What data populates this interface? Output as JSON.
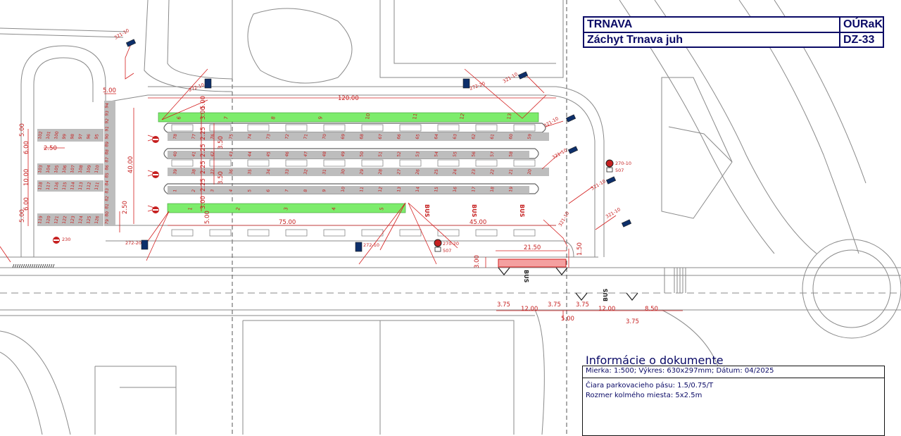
{
  "title_block": {
    "city": "TRNAVA",
    "office": "OÚRaK",
    "project": "Záchyt Trnava juh",
    "code": "DZ-33"
  },
  "info": {
    "heading": "Informácie o dokumente",
    "scale_line": "Mierka: 1:500; Výkres: 630x297mm; Dátum: 04/2025",
    "line_marking": "Čiara parkovacieho pásu: 1.5/0.75/T",
    "space_size": "Rozmer kolmého miesta: 5x2.5m"
  },
  "dimensions": {
    "top_length": "120.00",
    "left_w": "5.00",
    "height_40": "40.00",
    "d_300a": "3.00",
    "d_500a": "5.00",
    "d_225": "2.25",
    "d_350": "3.50",
    "d_250": "2.50",
    "d_600": "6.00",
    "d_1000": "10.00",
    "d_7500": "75.00",
    "d_4500": "45.00",
    "d_2150": "21.50",
    "d_150": "1.50",
    "d_375": "3.75",
    "d_1200": "12.00",
    "d_850": "8.50"
  },
  "signs": {
    "s321": "321-10",
    "s272": "272-20",
    "s272b": "272-10",
    "s270": "270-10",
    "s270b": "270-20",
    "s507": "507",
    "s230": "230"
  },
  "markings": {
    "bus": "BUS"
  },
  "green_labels": [
    "6",
    "7",
    "8",
    "9",
    "10",
    "11",
    "12",
    "13"
  ],
  "green_labels_bottom": [
    "1",
    "2",
    "3",
    "4",
    "5"
  ],
  "row_a": [
    "78",
    "77",
    "76",
    "75",
    "74",
    "73",
    "72",
    "71",
    "70",
    "69",
    "68",
    "67",
    "66",
    "65",
    "64",
    "63",
    "62",
    "61",
    "60",
    "59"
  ],
  "row_b": [
    "40",
    "41",
    "42",
    "43",
    "44",
    "45",
    "46",
    "47",
    "48",
    "49",
    "50",
    "51",
    "52",
    "53",
    "54",
    "55",
    "56",
    "57",
    "58"
  ],
  "row_c": [
    "39",
    "38",
    "37",
    "36",
    "35",
    "34",
    "33",
    "32",
    "31",
    "30",
    "29",
    "28",
    "27",
    "26",
    "25",
    "24",
    "23",
    "22",
    "21",
    "20"
  ],
  "row_d": [
    "1",
    "2",
    "3",
    "4",
    "5",
    "6",
    "7",
    "8",
    "9",
    "10",
    "11",
    "12",
    "13",
    "14",
    "15",
    "16",
    "17",
    "18",
    "19"
  ],
  "left_col_a": [
    "94",
    "93",
    "92",
    "91",
    "90",
    "89",
    "88",
    "87",
    "86",
    "85",
    "84",
    "83",
    "82",
    "81",
    "80",
    "79"
  ],
  "left_row_top": [
    "102",
    "101",
    "100",
    "99",
    "98",
    "97",
    "96",
    "95"
  ],
  "left_row_mid1": [
    "103",
    "104",
    "105",
    "106",
    "107",
    "108",
    "109",
    "110"
  ],
  "left_row_mid2": [
    "118",
    "117",
    "116",
    "115",
    "114",
    "113",
    "112",
    "111"
  ],
  "left_row_bot": [
    "119",
    "120",
    "121",
    "122",
    "123",
    "124",
    "125",
    "126"
  ],
  "colors": {
    "line": "#777777",
    "dim": "#d42020",
    "green": "#7dec6c",
    "grey_space": "#bdbdbd",
    "navy": "#0a0a66",
    "bus_pink": "#f4a0a0"
  }
}
